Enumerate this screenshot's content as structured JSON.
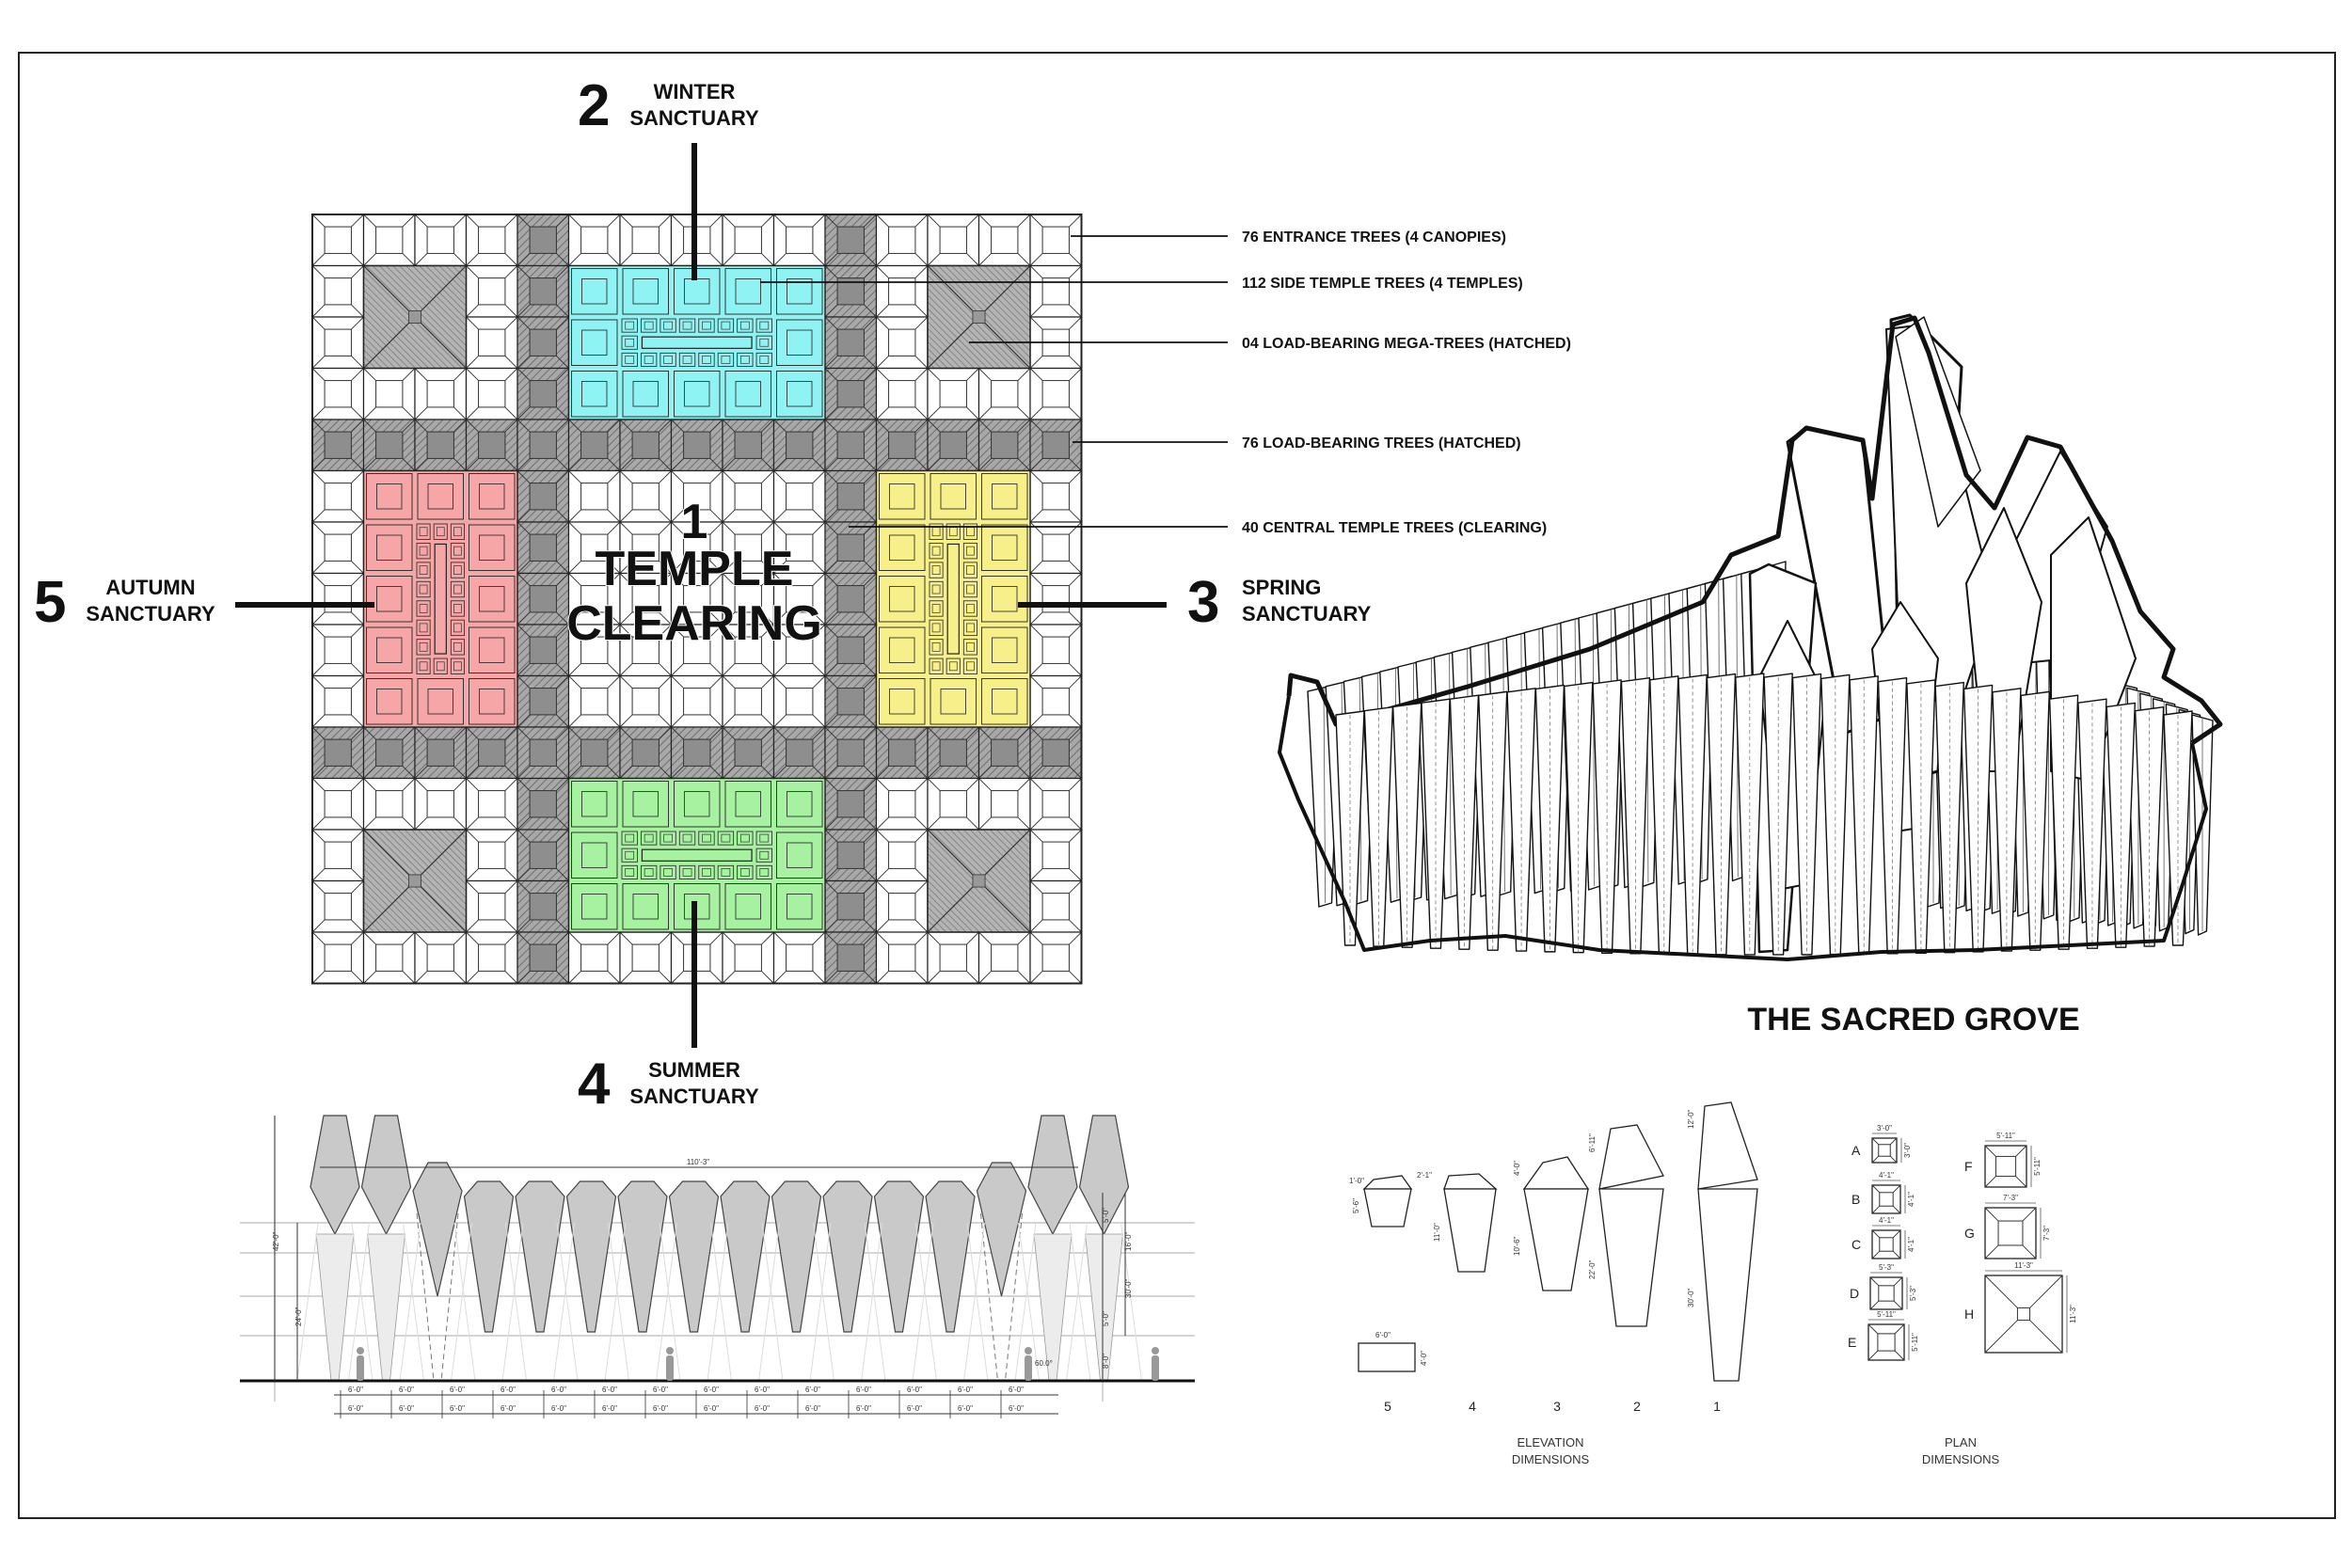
{
  "plan": {
    "sanctuaries": [
      {
        "num": "1",
        "line1": "TEMPLE",
        "line2": "CLEARING"
      },
      {
        "num": "2",
        "line1": "WINTER",
        "line2": "SANCTUARY"
      },
      {
        "num": "3",
        "line1": "SPRING",
        "line2": "SANCTUARY"
      },
      {
        "num": "4",
        "line1": "SUMMER",
        "line2": "SANCTUARY"
      },
      {
        "num": "5",
        "line1": "AUTUMN",
        "line2": "SANCTUARY"
      }
    ],
    "legend": [
      "76 ENTRANCE TREES (4 CANOPIES)",
      "112 SIDE TEMPLE TREES (4 TEMPLES)",
      "04 LOAD-BEARING MEGA-TREES (HATCHED)",
      "76 LOAD-BEARING TREES (HATCHED)",
      "40 CENTRAL TEMPLE TREES (CLEARING)"
    ],
    "colors": {
      "winter": "#8ff3f3",
      "spring": "#f7f08a",
      "summer": "#a7f2a0",
      "autumn": "#f6a6a6",
      "hatched": "#9a9a9a"
    }
  },
  "perspective": {
    "title": "THE SACRED GROVE"
  },
  "elevation": {
    "overall_width": "110'-3\"",
    "left_heights": [
      "42'-0\"",
      "24'-0\""
    ],
    "right_heights": [
      "30'-0\"",
      "8'-0\"",
      "5'-0\"",
      "16'-0\"",
      "5'-0\""
    ],
    "spacing_top": "6'-0\"",
    "spacing_bottom": "6'-0\"",
    "angle": "60.0°"
  },
  "elevation_dims": {
    "labels": [
      "5",
      "4",
      "3",
      "2",
      "1"
    ],
    "dims": [
      "1'-0\"",
      "5'-6\"",
      "2'-1\"",
      "11'-0\"",
      "4'-0\"",
      "10'-6\"",
      "6'-11\"",
      "22'-0\"",
      "12'-0\"",
      "30'-0\"",
      "6'-0\"",
      "4'-0\""
    ],
    "caption_line1": "ELEVATION",
    "caption_line2": "DIMENSIONS"
  },
  "plan_dims": {
    "items": [
      {
        "key": "A",
        "dim": "3'-0\""
      },
      {
        "key": "B",
        "dim": "4'-1\""
      },
      {
        "key": "C",
        "dim": "4'-1\""
      },
      {
        "key": "D",
        "dim": "5'-3\""
      },
      {
        "key": "E",
        "dim": "5'-11\""
      },
      {
        "key": "F",
        "dim": "5'-11\""
      },
      {
        "key": "G",
        "dim": "7'-3\""
      },
      {
        "key": "H",
        "dim": "11'-3\""
      }
    ],
    "caption_line1": "PLAN",
    "caption_line2": "DIMENSIONS"
  }
}
